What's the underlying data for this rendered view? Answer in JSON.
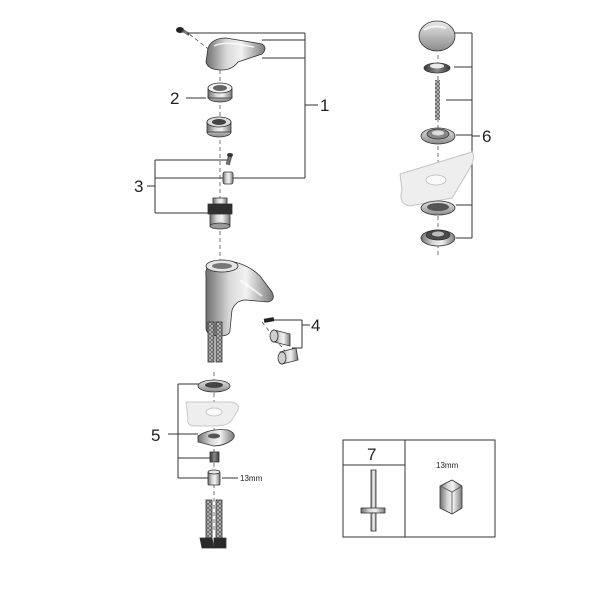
{
  "diagram": {
    "callouts": {
      "c1": "1",
      "c2": "2",
      "c3": "3",
      "c4": "4",
      "c5": "5",
      "c6": "6",
      "c7": "7"
    },
    "dimension_labels": {
      "wrench_size": "13mm",
      "tool_size": "13mm"
    }
  }
}
